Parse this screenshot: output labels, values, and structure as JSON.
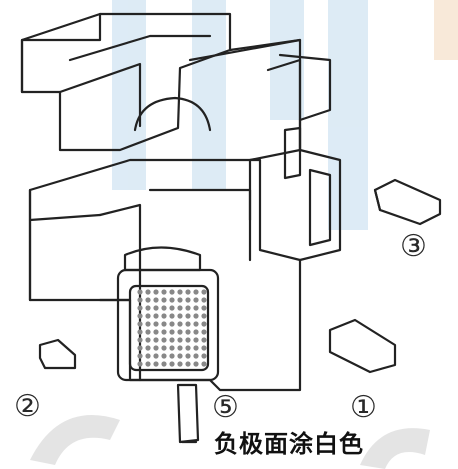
{
  "pin_labels": {
    "pin1": "①",
    "pin2": "②",
    "pin3": "③",
    "pin5": "⑤"
  },
  "caption": "负极面涂白色",
  "colors": {
    "line": "#222222",
    "watermark_blue": "#cfe3f2",
    "watermark_orange": "#f5dfc9",
    "watermark_grey": "#d9d9d9",
    "paint_mark": "#e6e6e6"
  }
}
